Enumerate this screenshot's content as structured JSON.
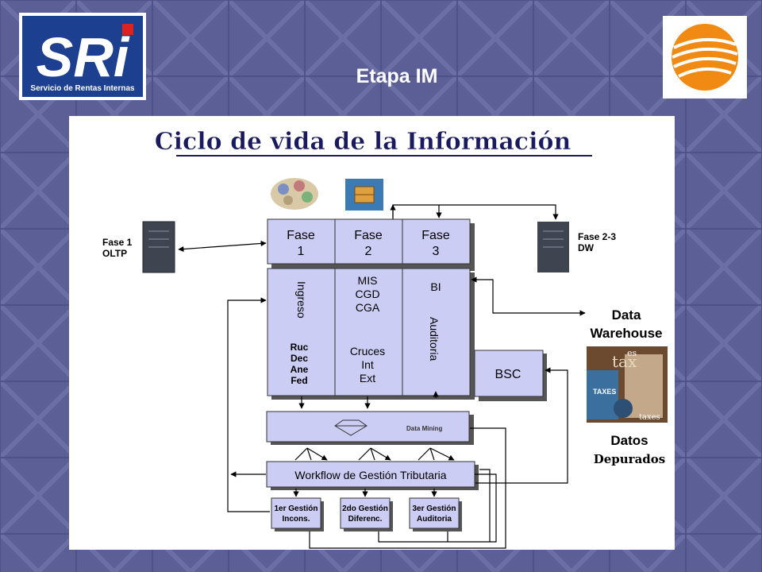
{
  "slide": {
    "title": "Etapa IM"
  },
  "logo_left": {
    "text": "SRi",
    "caption": "Servicio de Rentas Internas"
  },
  "diagram": {
    "heading": "Ciclo de vida de la Información",
    "phases": [
      {
        "label": "Fase",
        "num": "1"
      },
      {
        "label": "Fase",
        "num": "2"
      },
      {
        "label": "Fase",
        "num": "3"
      }
    ],
    "col1": {
      "vertical": "Ingreso",
      "items": [
        "Ruc",
        "Dec",
        "Ane",
        "Fed"
      ]
    },
    "col2": {
      "top": [
        "MIS",
        "CGD",
        "CGA"
      ],
      "bottom": [
        "Cruces",
        "Int",
        "Ext"
      ]
    },
    "col3": {
      "top": "BI",
      "vertical": "Auditoria"
    },
    "bsc": "BSC",
    "data_mining": "Data Mining",
    "workflow": "Workflow de Gestión Tributaria",
    "gestiones": [
      {
        "l1": "1er Gestión",
        "l2": "Incons."
      },
      {
        "l1": "2do Gestión",
        "l2": "Diferenc."
      },
      {
        "l1": "3er Gestión",
        "l2": "Auditoria"
      }
    ],
    "server_left": {
      "l1": "Fase 1",
      "l2": "OLTP"
    },
    "server_right": {
      "l1": "Fase 2-3",
      "l2": "DW"
    },
    "dw": {
      "l1": "Data",
      "l2": "Warehouse"
    },
    "datos": {
      "l1": "Datos",
      "l2": "Depurados"
    },
    "collage": {
      "t1": "tax",
      "t2": "es",
      "t3": "TAXES",
      "t4": "taxes"
    }
  }
}
